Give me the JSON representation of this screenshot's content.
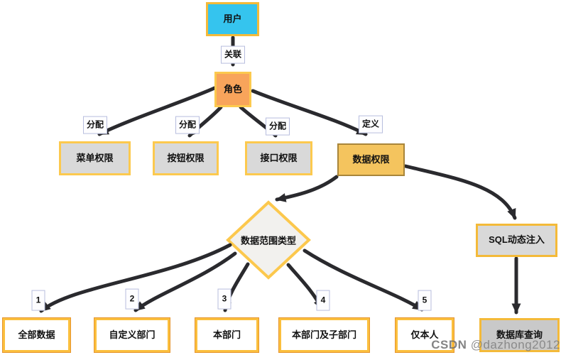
{
  "diagram": {
    "title_hint": "RBAC permission flowchart",
    "nodes": {
      "user": {
        "label": "用户",
        "fill": "#35c4ee"
      },
      "role": {
        "label": "角色",
        "fill": "#f8a45b"
      },
      "menu_perm": {
        "label": "菜单权限",
        "fill": "#d9d9d9"
      },
      "button_perm": {
        "label": "按钮权限",
        "fill": "#d9d9d9"
      },
      "api_perm": {
        "label": "接口权限",
        "fill": "#d9d9d9"
      },
      "data_perm": {
        "label": "数据权限",
        "fill": "#f4c45e"
      },
      "scope_type": {
        "label": "数据范围类型",
        "fill": "#f2f1ee"
      },
      "sql_inject": {
        "label": "SQL动态注入",
        "fill": "#d9d9d9"
      },
      "all_data": {
        "label": "全部数据",
        "fill": "#ffffff"
      },
      "custom_dept": {
        "label": "自定义部门",
        "fill": "#ffffff"
      },
      "own_dept": {
        "label": "本部门",
        "fill": "#ffffff"
      },
      "dept_sub": {
        "label": "本部门及子部门",
        "fill": "#ffffff"
      },
      "self_only": {
        "label": "仅本人",
        "fill": "#ffffff"
      },
      "db_query": {
        "label": "数据库查询",
        "fill": "#c9c9c9"
      }
    },
    "edges": [
      {
        "from": "用户",
        "to": "角色",
        "label": "关联"
      },
      {
        "from": "角色",
        "to": "菜单权限",
        "label": "分配"
      },
      {
        "from": "角色",
        "to": "按钮权限",
        "label": "分配"
      },
      {
        "from": "角色",
        "to": "接口权限",
        "label": "分配"
      },
      {
        "from": "角色",
        "to": "数据权限",
        "label": "定义"
      },
      {
        "from": "数据权限",
        "to": "数据范围类型",
        "label": ""
      },
      {
        "from": "数据权限",
        "to": "SQL动态注入",
        "label": ""
      },
      {
        "from": "SQL动态注入",
        "to": "数据库查询",
        "label": ""
      },
      {
        "from": "数据范围类型",
        "to": "全部数据",
        "label": "1"
      },
      {
        "from": "数据范围类型",
        "to": "自定义部门",
        "label": "2"
      },
      {
        "from": "数据范围类型",
        "to": "本部门",
        "label": "3"
      },
      {
        "from": "数据范围类型",
        "to": "本部门及子部门",
        "label": "4"
      },
      {
        "from": "数据范围类型",
        "to": "仅本人",
        "label": "5"
      }
    ],
    "colors": {
      "arrow": "#2a2a2e",
      "gold_border": "#fcc94e",
      "orange_border": "#fbbf3d",
      "diamond_border": "#fcc84d",
      "edge_label_border": "#b8bede"
    }
  },
  "watermark": {
    "brand": "CSDN",
    "user": "@dazhong2012"
  }
}
